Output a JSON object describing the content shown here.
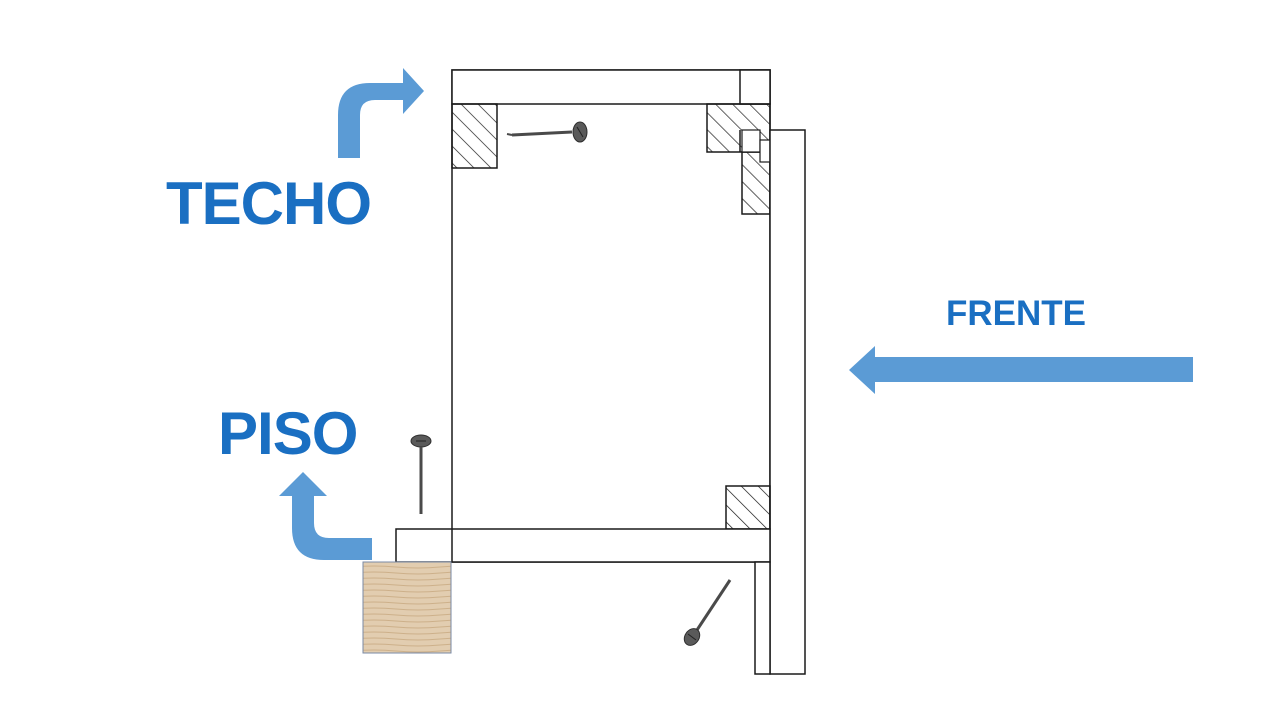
{
  "labels": {
    "ceiling": "TECHO",
    "floor": "PISO",
    "front": "FRENTE"
  },
  "colors": {
    "label_text": "#1a6fc2",
    "arrow_fill": "#5b9bd5",
    "outline": "#1a1a1a",
    "wood_block": "#e2cdb0",
    "wood_grain": "#cdb08a",
    "screw": "#4a4a4a"
  },
  "icons": {
    "ceiling_arrow": "curved-arrow-up-right-icon",
    "floor_arrow": "curved-arrow-up-left-icon",
    "front_arrow": "arrow-left-icon",
    "screw": "screw-icon",
    "wood_block": "wood-block-icon"
  }
}
